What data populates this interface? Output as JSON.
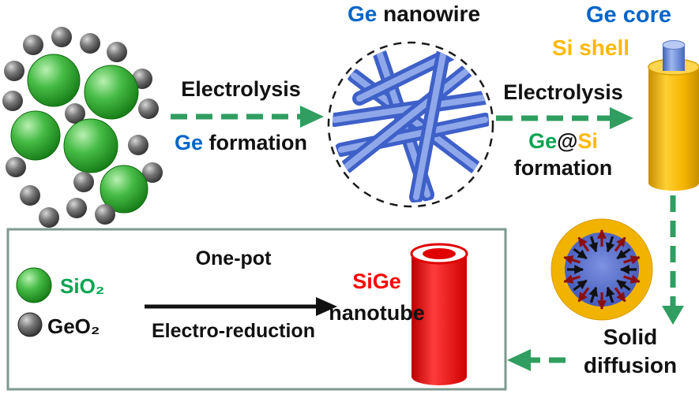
{
  "colors": {
    "ge-blue": "#0065C8",
    "si-gold": "#FFB900",
    "ge-green": "#00A550",
    "arrow-green": "#2F9E60",
    "product-red": "#FF0000",
    "ink": "#111111",
    "box-border": "#7E998F",
    "wire-blue": "#3E60C8",
    "sphere-green": "#3CB53C",
    "sphere-gray": "#555555",
    "shell-gold": "#F2B300",
    "tube-red": "#E60000"
  },
  "nanowire_title": {
    "ge": "Ge",
    "rest": " nanowire"
  },
  "mixture_arrow": {
    "top": "Electrolysis",
    "ge": "Ge",
    "rest": " formation"
  },
  "shell_arrow": {
    "top": "Electrolysis",
    "ge": "Ge",
    "at": "@",
    "si": "Si",
    "bottom": "formation"
  },
  "core_shell": {
    "core": "Ge core",
    "shell": "Si shell"
  },
  "solid_diffusion": {
    "line1": "Solid",
    "line2": "diffusion"
  },
  "legend": {
    "sio2": "SiO₂",
    "geo2": "GeO₂"
  },
  "one_pot": {
    "line1": "One-pot",
    "line2": "Electro-reduction"
  },
  "product": {
    "name": "SiGe",
    "kind": "nanotube"
  }
}
